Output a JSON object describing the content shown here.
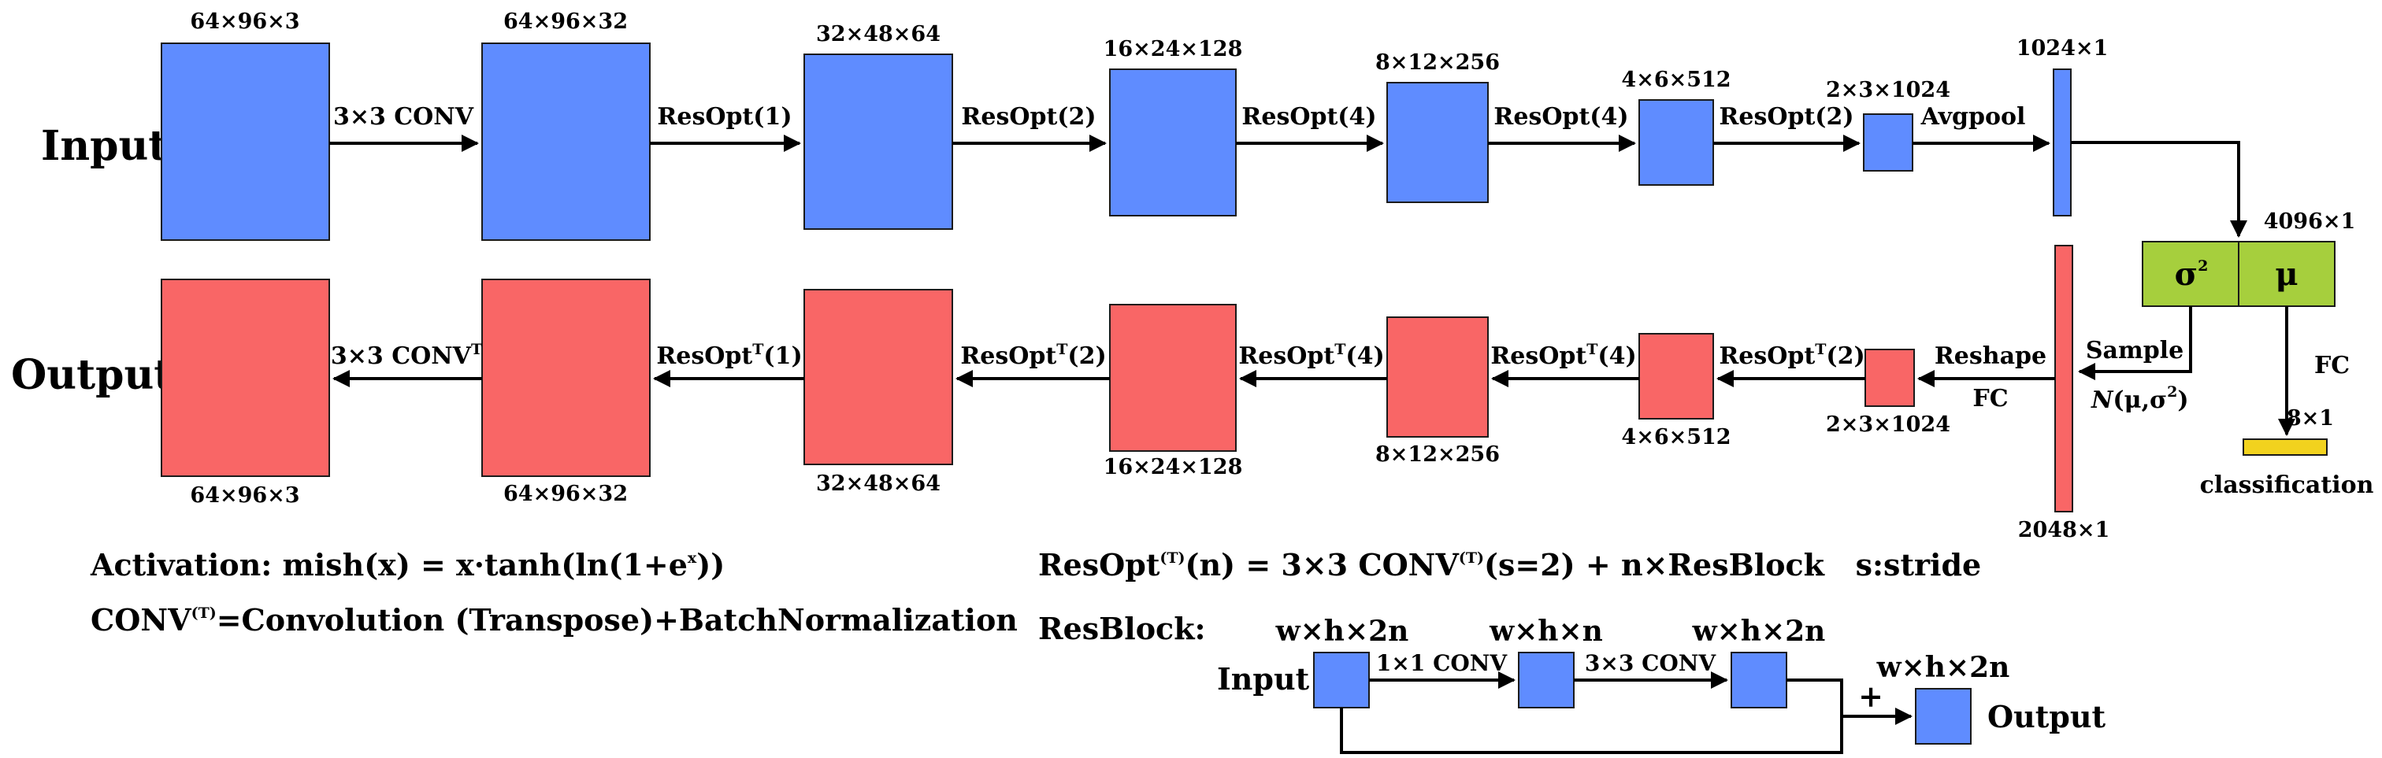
{
  "input_label": "Input",
  "output_label": "Output",
  "encoder": {
    "dims": [
      "64×96×3",
      "64×96×32",
      "32×48×64",
      "16×24×128",
      "8×12×256",
      "4×6×512",
      "2×3×1024",
      "1024×1"
    ],
    "ops": [
      "3×3 CONV",
      "ResOpt(1)",
      "ResOpt(2)",
      "ResOpt(4)",
      "ResOpt(4)",
      "ResOpt(2)",
      "Avgpool"
    ]
  },
  "latent": {
    "dim": "4096×1",
    "sigma_label": "σ",
    "sigma_sup": "2",
    "mu_label": "μ",
    "fc_label": "FC",
    "class_dim": "8×1",
    "class_label": "classification",
    "sample_label": "Sample",
    "normal_label_n": "N",
    "normal_label_rest": "(μ,σ",
    "normal_label_sup": "2",
    "normal_label_end": ")"
  },
  "decoder": {
    "dims": [
      "64×96×3",
      "64×96×32",
      "32×48×64",
      "16×24×128",
      "8×12×256",
      "4×6×512",
      "2×3×1024",
      "2048×1"
    ],
    "ops": [
      {
        "main": "3×3 CONV",
        "sup": "T",
        "tail": ""
      },
      {
        "main": "ResOpt",
        "sup": "T",
        "tail": "(1)"
      },
      {
        "main": "ResOpt",
        "sup": "T",
        "tail": "(2)"
      },
      {
        "main": "ResOpt",
        "sup": "T",
        "tail": "(4)"
      },
      {
        "main": "ResOpt",
        "sup": "T",
        "tail": "(4)"
      },
      {
        "main": "ResOpt",
        "sup": "T",
        "tail": "(2)"
      }
    ],
    "reshape_label": "Reshape",
    "fc_label": "FC"
  },
  "notes": {
    "activation_a": "Activation: mish(x) = x·tanh(ln(1+e",
    "activation_sup": "x",
    "activation_b": "))",
    "conv_a": "CONV",
    "conv_sup": "(T)",
    "conv_b": "=Convolution (Transpose)+BatchNormalization",
    "resopt_a": "ResOpt",
    "resopt_sup1": "(T)",
    "resopt_b": "(n) = 3×3 CONV",
    "resopt_sup2": "(T)",
    "resopt_c": "(s=2) + n×ResBlock   s:stride"
  },
  "resblock": {
    "title": "ResBlock:",
    "input_label": "Input",
    "output_label": "Output",
    "dims": [
      "w×h×2n",
      "w×h×n",
      "w×h×2n",
      "w×h×2n"
    ],
    "ops": [
      "1×1 CONV",
      "3×3 CONV"
    ],
    "plus": "+"
  }
}
